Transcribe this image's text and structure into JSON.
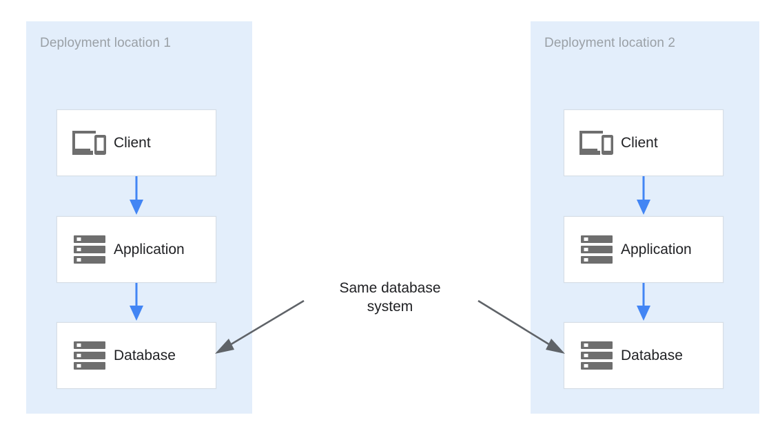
{
  "diagram": {
    "title_hidden": "",
    "colors": {
      "zone_background": "#e3eefb",
      "node_background": "#ffffff",
      "node_border": "#d6dde5",
      "flow_arrow": "#4285f4",
      "callout_arrow": "#5f6368",
      "zone_title_text": "#9aa0a6",
      "node_label_text": "#202124",
      "icon_fill": "#6e6e6e"
    },
    "zones": [
      {
        "id": "zone-1",
        "title": "Deployment location 1",
        "nodes": [
          {
            "id": "client-1",
            "label": "Client",
            "icon": "devices-icon"
          },
          {
            "id": "app-1",
            "label": "Application",
            "icon": "server-icon"
          },
          {
            "id": "database-1",
            "label": "Database",
            "icon": "server-icon"
          }
        ],
        "flows": [
          {
            "from": "client-1",
            "to": "app-1",
            "direction": "down"
          },
          {
            "from": "app-1",
            "to": "database-1",
            "direction": "down"
          }
        ]
      },
      {
        "id": "zone-2",
        "title": "Deployment location 2",
        "nodes": [
          {
            "id": "client-2",
            "label": "Client",
            "icon": "devices-icon"
          },
          {
            "id": "app-2",
            "label": "Application",
            "icon": "server-icon"
          },
          {
            "id": "database-2",
            "label": "Database",
            "icon": "server-icon"
          }
        ],
        "flows": [
          {
            "from": "client-2",
            "to": "app-2",
            "direction": "down"
          },
          {
            "from": "app-2",
            "to": "database-2",
            "direction": "down"
          }
        ]
      }
    ],
    "callout": {
      "line1": "Same database",
      "line2": "system",
      "points_to": [
        "database-1",
        "database-2"
      ]
    }
  }
}
